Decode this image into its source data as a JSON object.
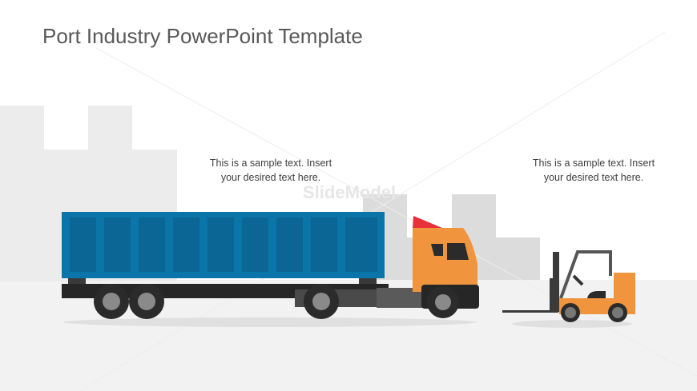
{
  "slide": {
    "title": "Port Industry PowerPoint Template",
    "callouts": [
      {
        "text": "This is a sample text. Insert your desired text here."
      },
      {
        "text": "This is a sample text. Insert your desired text here."
      }
    ],
    "watermark": "SlideModel"
  },
  "colors": {
    "container": "#0a75a8",
    "container_panel": "#0b6595",
    "truck_cab": "#f0953d",
    "cab_roof": "#e8303a",
    "chassis": "#262626",
    "building_light": "#ececec",
    "building_dark": "#dcdcdc",
    "ground": "#f2f2f2"
  },
  "icons": [
    "container-truck-illustration",
    "forklift-illustration"
  ]
}
